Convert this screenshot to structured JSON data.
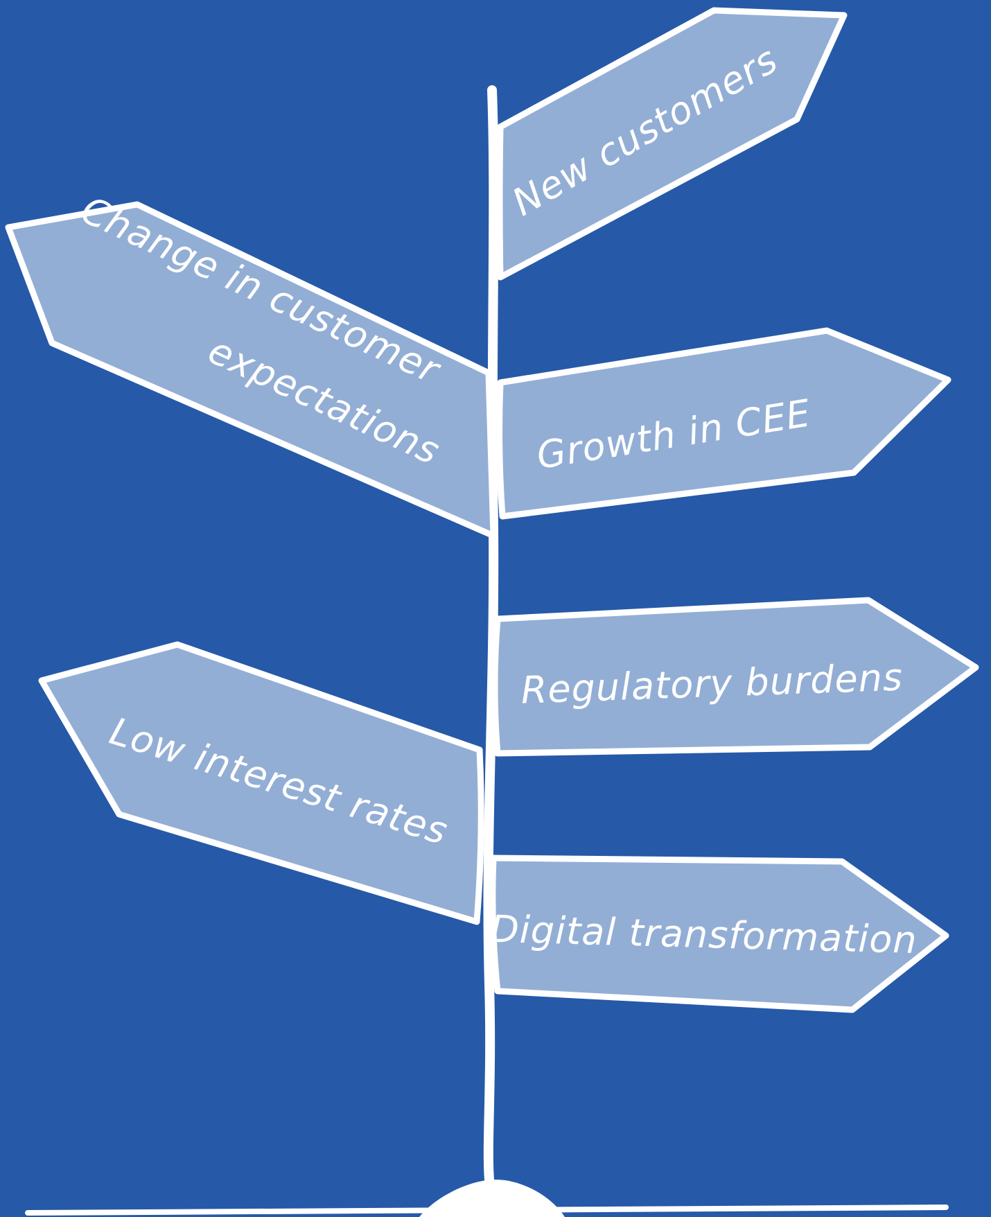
{
  "signs": {
    "new_customers": "New customers",
    "change_expectations_line1": "Change in customer",
    "change_expectations_line2": "expectations",
    "growth_cee": "Growth in CEE",
    "regulatory_burdens": "Regulatory burdens",
    "low_interest_rates": "Low interest rates",
    "digital_transformation": "Digital transformation"
  },
  "colors": {
    "background": "#2659a8",
    "sign_fill": "#93aed5",
    "outline": "#ffffff"
  }
}
